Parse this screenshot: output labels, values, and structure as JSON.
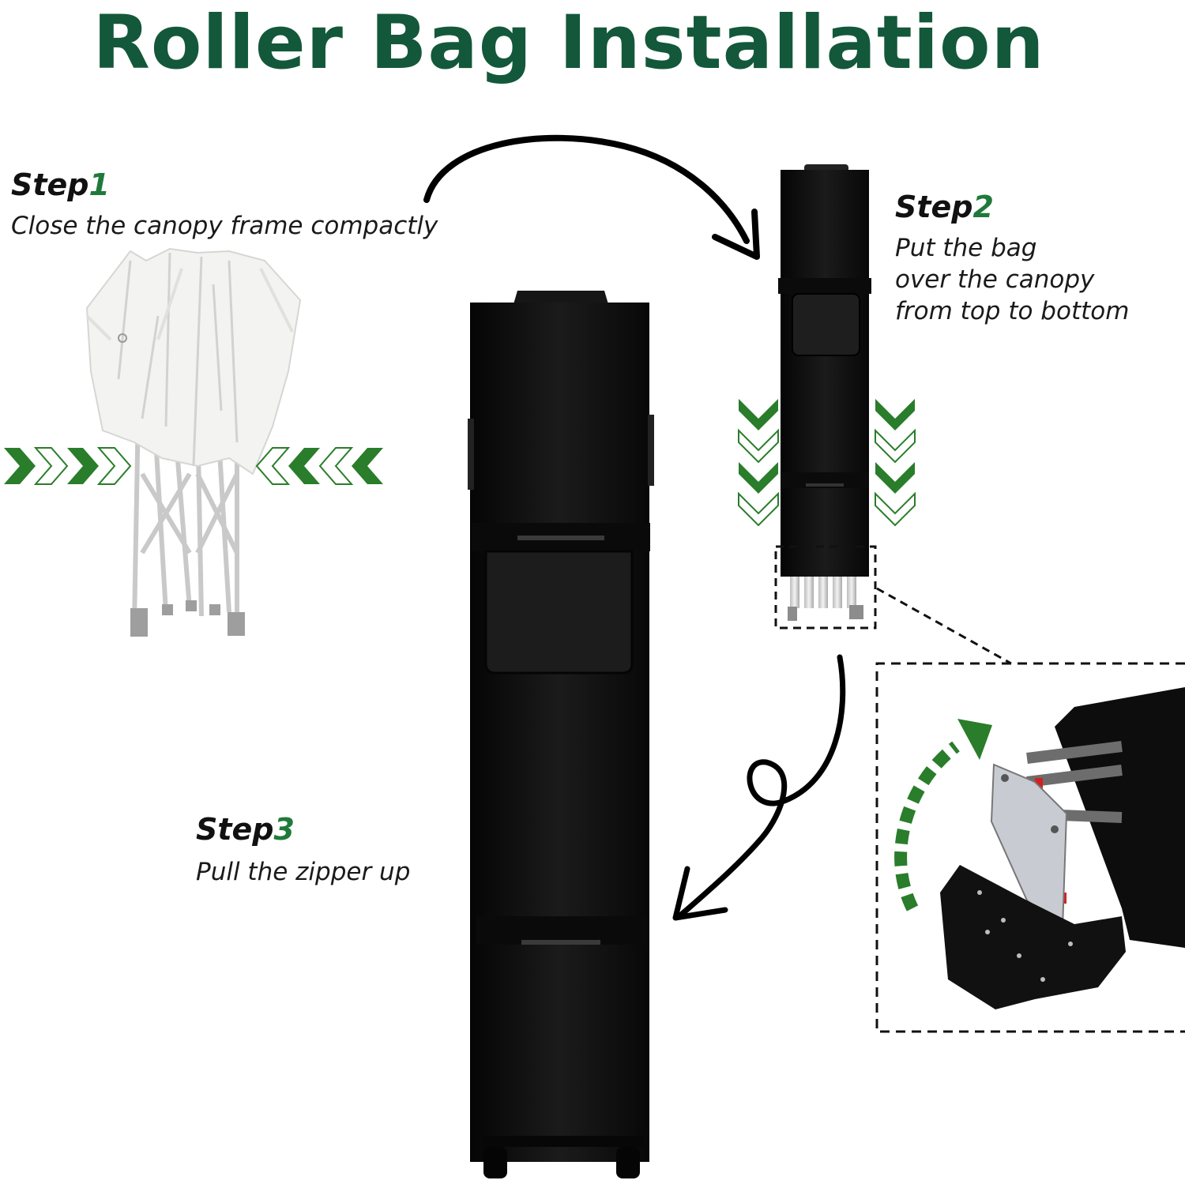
{
  "title": "Roller Bag Installation",
  "steps": [
    {
      "label": "Step",
      "number": "1",
      "description": "Close the canopy frame compactly"
    },
    {
      "label": "Step",
      "number": "2",
      "description_lines": [
        "Put the bag",
        "over the canopy",
        "from top to bottom"
      ]
    },
    {
      "label": "Step",
      "number": "3",
      "description": "Pull the zipper up"
    }
  ],
  "colors": {
    "title": "#13583a",
    "accent": "#1f7a3a",
    "bag": "#111111"
  },
  "icons": [
    "chevron-right-arrows",
    "chevron-left-arrows",
    "chevron-down-arrows",
    "curved-arrow",
    "loop-arrow",
    "rotate-arrow"
  ]
}
